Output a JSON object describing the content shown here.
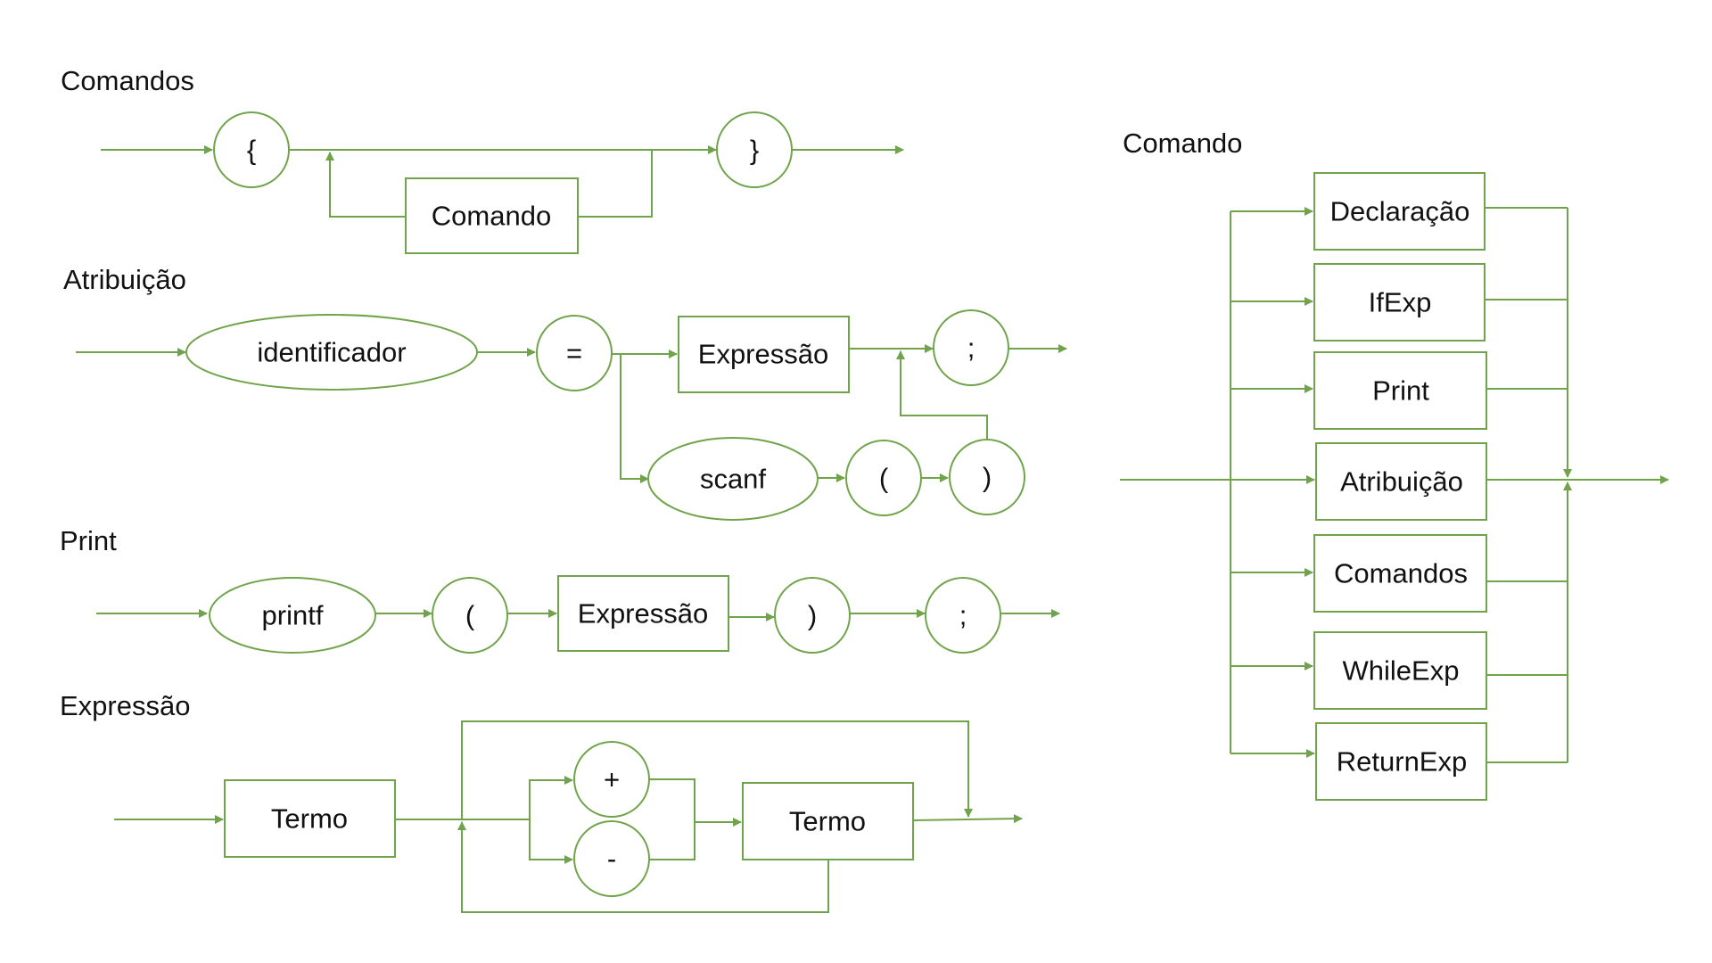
{
  "colors": {
    "line": "#70a44a",
    "text": "#111111",
    "background": "#ffffff"
  },
  "sections": {
    "comandos": {
      "title": "Comandos",
      "open_brace": "{",
      "close_brace": "}",
      "comando": "Comando"
    },
    "atribuicao": {
      "title": "Atribuição",
      "identificador": "identificador",
      "equals": "=",
      "expressao": "Expressão",
      "semicolon": ";",
      "scanf": "scanf",
      "open_paren": "(",
      "close_paren": ")"
    },
    "print": {
      "title": "Print",
      "printf": "printf",
      "open_paren": "(",
      "expressao": "Expressão",
      "close_paren": ")",
      "semicolon": ";"
    },
    "expressao": {
      "title": "Expressão",
      "termo_1": "Termo",
      "plus": "+",
      "minus": "-",
      "termo_2": "Termo"
    },
    "comando": {
      "title": "Comando",
      "options": [
        "Declaração",
        "IfExp",
        "Print",
        "Atribuição",
        "Comandos",
        "WhileExp",
        "ReturnExp"
      ]
    }
  }
}
